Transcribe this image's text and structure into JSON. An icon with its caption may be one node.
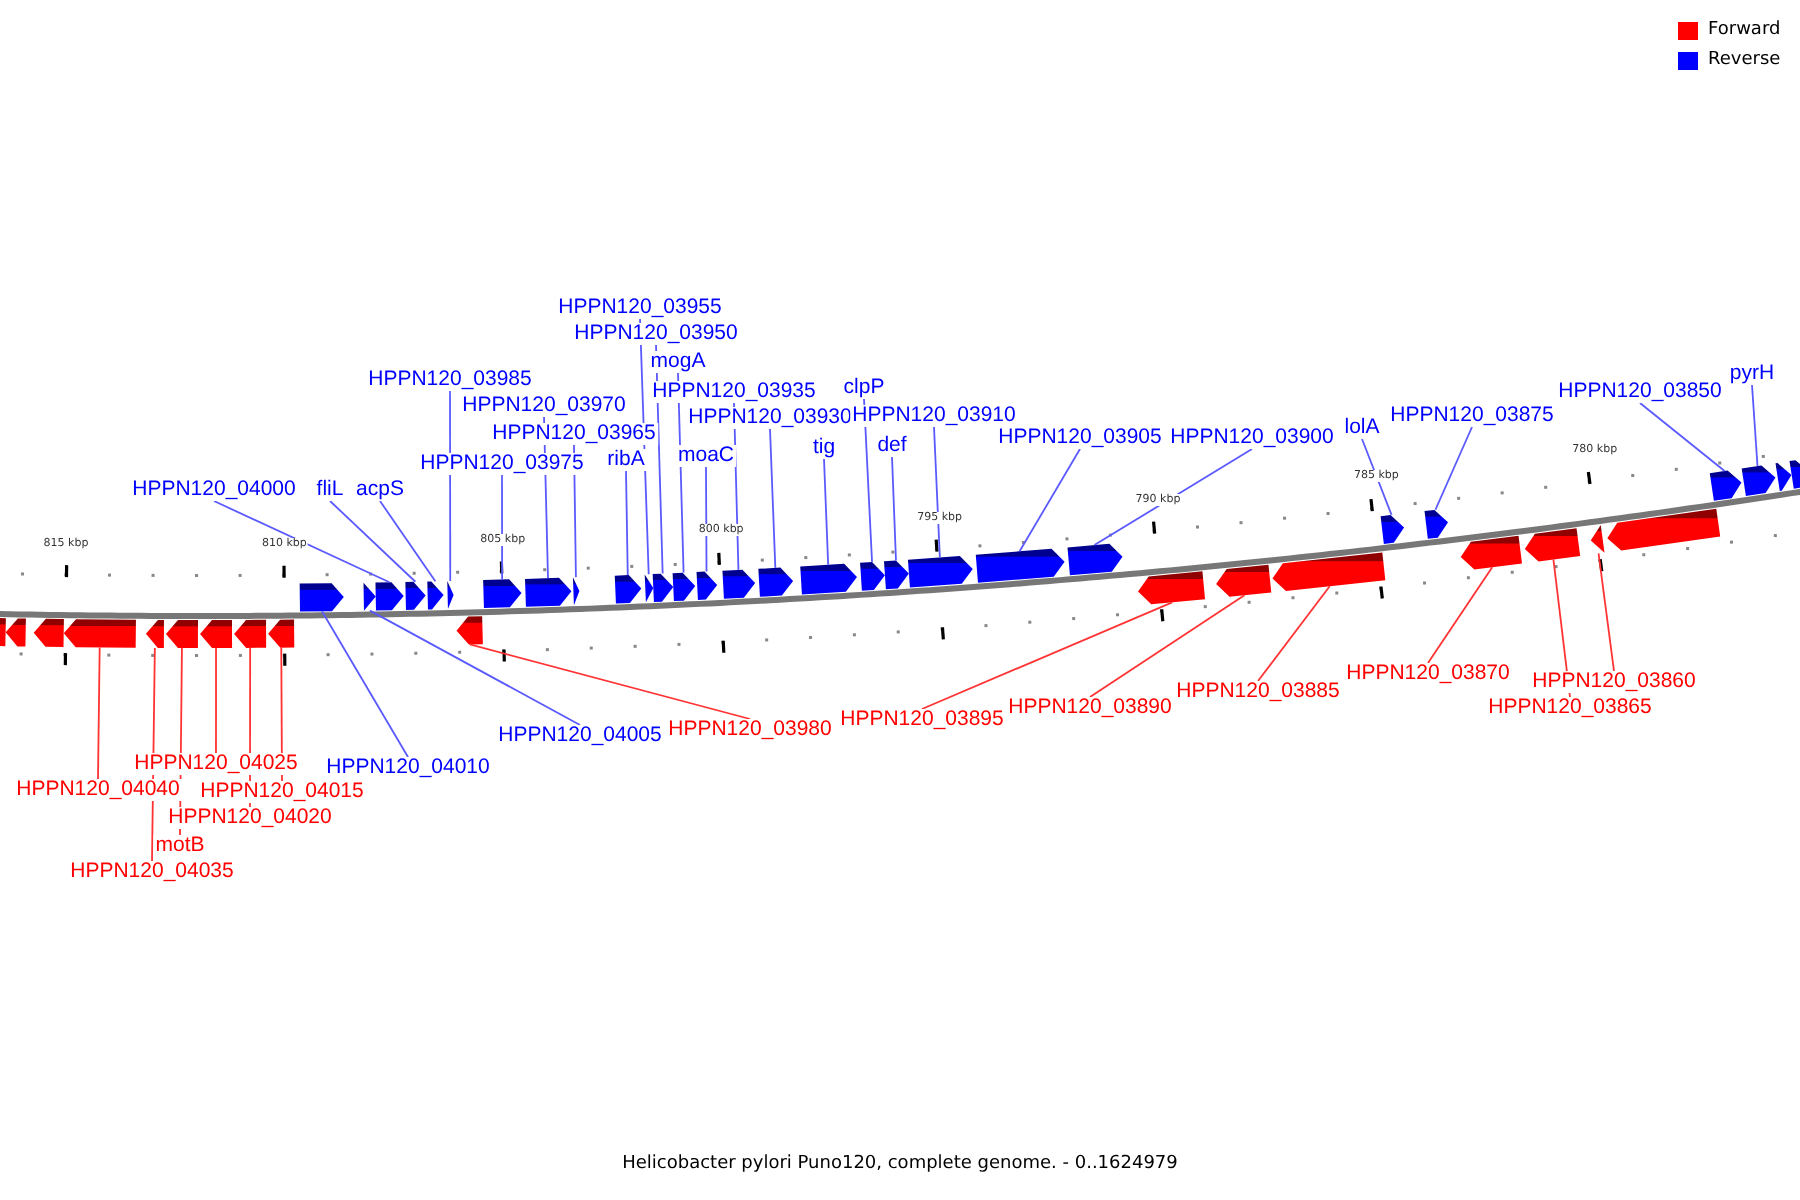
{
  "diagram": {
    "caption": "Helicobacter pylori Puno120, complete genome. - 0..1624979",
    "nodes": [
      {
        "text": [
          "HPPN120_03955"
        ]
      },
      {
        "text": [
          "HPPN120_03950"
        ]
      },
      {
        "text": [
          "mogA"
        ]
      },
      {
        "text": [
          "HPPN120_03985"
        ]
      },
      {
        "text": [
          "HPPN120_03935"
        ]
      },
      {
        "text": [
          "clpP"
        ]
      },
      {
        "text": [
          "HPPN120_03970"
        ]
      },
      {
        "text": [
          "HPPN120_03850"
        ]
      },
      {
        "text": [
          "pyrH"
        ]
      },
      {
        "text": [
          "HPPN120_03930"
        ]
      },
      {
        "text": [
          "HPPN120_03910"
        ]
      },
      {
        "text": [
          "HPPN120_03875"
        ]
      },
      {
        "text": [
          "lolA"
        ]
      },
      {
        "text": [
          "HPPN120_03965"
        ]
      },
      {
        "text": [
          "HPPN120_03905"
        ]
      },
      {
        "text": [
          "HPPN120_03900"
        ]
      },
      {
        "text": [
          "tig"
        ]
      },
      {
        "text": [
          "def"
        ]
      },
      {
        "text": [
          "moaC"
        ]
      },
      {
        "text": [
          "ribA"
        ]
      },
      {
        "text": [
          "HPPN120_03975"
        ]
      },
      {
        "text": [
          "HPPN120_04000"
        ]
      },
      {
        "text": [
          "fliL"
        ]
      },
      {
        "text": [
          "acpS"
        ]
      },
      {
        "text": [
          "HPPN120_03860"
        ]
      },
      {
        "text": [
          "HPPN120_03870"
        ]
      },
      {
        "text": [
          "HPPN120_03885"
        ]
      },
      {
        "text": [
          "HPPN120_03890"
        ]
      },
      {
        "text": [
          "HPPN120_03895"
        ]
      },
      {
        "text": [
          "HPPN120_03980"
        ]
      },
      {
        "text": [
          "HPPN120_03865"
        ]
      },
      {
        "text": [
          "HPPN120_04005"
        ]
      },
      {
        "text": [
          "HPPN120_04025"
        ]
      },
      {
        "text": [
          "HPPN120_04010"
        ]
      },
      {
        "text": [
          "HPPN120_04040"
        ]
      },
      {
        "text": [
          "HPPN120_04015"
        ]
      },
      {
        "text": [
          "HPPN120_04020"
        ]
      },
      {
        "text": [
          "motB"
        ]
      },
      {
        "text": [
          "HPPN120_04035"
        ]
      },
      {
        "text": [],
        "shape": "arrow"
      },
      {
        "text": [],
        "shape": "arrow"
      },
      {
        "text": [],
        "shape": "arrow"
      },
      {
        "text": [],
        "shape": "arrow"
      },
      {
        "text": [],
        "shape": "arrow"
      },
      {
        "text": [],
        "shape": "arrow"
      },
      {
        "text": [],
        "shape": "arrow"
      },
      {
        "text": [],
        "shape": "arrow"
      },
      {
        "text": [],
        "shape": "arrow"
      },
      {
        "text": [],
        "shape": "arrow"
      },
      {
        "text": [],
        "shape": "arrow"
      },
      {
        "text": [],
        "shape": "arrow"
      },
      {
        "text": [],
        "shape": "arrow"
      },
      {
        "text": [],
        "shape": "arrow"
      },
      {
        "text": [],
        "shape": "arrow"
      },
      {
        "text": [],
        "shape": "arrow"
      },
      {
        "text": [],
        "shape": "arrow"
      },
      {
        "text": [],
        "shape": "arrow"
      },
      {
        "text": [],
        "shape": "arrow"
      },
      {
        "text": [],
        "shape": "arrow"
      },
      {
        "text": [],
        "shape": "arrow"
      },
      {
        "text": [],
        "shape": "arrow"
      },
      {
        "text": [],
        "shape": "arrow"
      },
      {
        "text": [],
        "shape": "arrow"
      },
      {
        "text": [],
        "shape": "arrow"
      },
      {
        "text": [],
        "shape": "arrow"
      },
      {
        "text": [],
        "shape": "arrow"
      },
      {
        "text": [],
        "shape": "arrow"
      },
      {
        "text": [],
        "shape": "arrow"
      },
      {
        "text": [],
        "shape": "arrow"
      },
      {
        "text": [],
        "shape": "arrow"
      },
      {
        "text": [],
        "shape": "arrow"
      },
      {
        "text": [],
        "shape": "arrow"
      },
      {
        "text": [],
        "shape": "arrow"
      },
      {
        "text": [],
        "shape": "arrow"
      },
      {
        "text": [],
        "shape": "arrow"
      },
      {
        "text": [],
        "shape": "arrow"
      },
      {
        "text": [],
        "shape": "arrow"
      },
      {
        "text": [],
        "shape": "arrow"
      },
      {
        "text": [],
        "shape": "arrow"
      },
      {
        "text": [],
        "shape": "arrow"
      },
      {
        "text": [],
        "shape": "arrow"
      },
      {
        "text": [],
        "shape": "arrow"
      },
      {
        "text": [],
        "shape": "arrow"
      },
      {
        "text": [],
        "shape": "arrow"
      }
    ],
    "edges": [
      {
        "from": 0,
        "to": 59,
        "arrow": "none"
      },
      {
        "from": 1,
        "to": 60,
        "arrow": "none"
      },
      {
        "from": 2,
        "to": 61,
        "arrow": "none"
      },
      {
        "from": 3,
        "to": 53,
        "arrow": "none"
      },
      {
        "from": 4,
        "to": 63,
        "arrow": "none"
      },
      {
        "from": 5,
        "to": 66,
        "arrow": "none"
      },
      {
        "from": 6,
        "to": 56,
        "arrow": "none"
      },
      {
        "from": 7,
        "to": 80,
        "arrow": "none"
      },
      {
        "from": 8,
        "to": 81,
        "arrow": "none"
      },
      {
        "from": 9,
        "to": 64,
        "arrow": "none"
      },
      {
        "from": 10,
        "to": 68,
        "arrow": "none"
      },
      {
        "from": 11,
        "to": 75,
        "arrow": "none"
      },
      {
        "from": 12,
        "to": 74,
        "arrow": "none"
      },
      {
        "from": 13,
        "to": 57,
        "arrow": "none"
      },
      {
        "from": 14,
        "to": 69,
        "arrow": "none"
      },
      {
        "from": 15,
        "to": 70,
        "arrow": "none"
      },
      {
        "from": 16,
        "to": 65,
        "arrow": "none"
      },
      {
        "from": 17,
        "to": 67,
        "arrow": "none"
      },
      {
        "from": 18,
        "to": 62,
        "arrow": "none"
      },
      {
        "from": 19,
        "to": 58,
        "arrow": "none"
      },
      {
        "from": 20,
        "to": 55,
        "arrow": "none"
      },
      {
        "from": 21,
        "to": 50,
        "arrow": "none"
      },
      {
        "from": 22,
        "to": 51,
        "arrow": "none"
      },
      {
        "from": 23,
        "to": 52,
        "arrow": "none"
      },
      {
        "from": 24,
        "to": 78,
        "arrow": "none",
        "color": "#ff3333"
      },
      {
        "from": 25,
        "to": 76,
        "arrow": "none",
        "color": "#ff3333"
      },
      {
        "from": 26,
        "to": 73,
        "arrow": "none",
        "color": "#ff3333"
      },
      {
        "from": 27,
        "to": 72,
        "arrow": "none",
        "color": "#ff3333"
      },
      {
        "from": 28,
        "to": 71,
        "arrow": "none",
        "color": "#ff3333"
      },
      {
        "from": 29,
        "to": 54,
        "arrow": "none",
        "color": "#ff3333"
      },
      {
        "from": 30,
        "to": 77,
        "arrow": "none",
        "color": "#ff3333"
      },
      {
        "from": 31,
        "to": 49,
        "arrow": "none"
      },
      {
        "from": 32,
        "to": 45,
        "arrow": "none",
        "color": "#ff3333"
      },
      {
        "from": 33,
        "to": 48,
        "arrow": "none"
      },
      {
        "from": 34,
        "to": 42,
        "arrow": "none",
        "color": "#ff3333"
      },
      {
        "from": 35,
        "to": 47,
        "arrow": "none",
        "color": "#ff3333"
      },
      {
        "from": 36,
        "to": 46,
        "arrow": "none",
        "color": "#ff3333"
      },
      {
        "from": 37,
        "to": 44,
        "arrow": "none",
        "color": "#ff3333"
      },
      {
        "from": 38,
        "to": 43,
        "arrow": "none",
        "color": "#ff3333"
      }
    ],
    "labels": [
      "815 kbp",
      "810 kbp",
      "805 kbp",
      "800 kbp",
      "795 kbp",
      "790 kbp",
      "785 kbp",
      "780 kbp"
    ],
    "legend": [
      {
        "text": "Forward",
        "color": "#ff0000"
      },
      {
        "text": "Reverse",
        "color": "#0000ff"
      }
    ]
  }
}
